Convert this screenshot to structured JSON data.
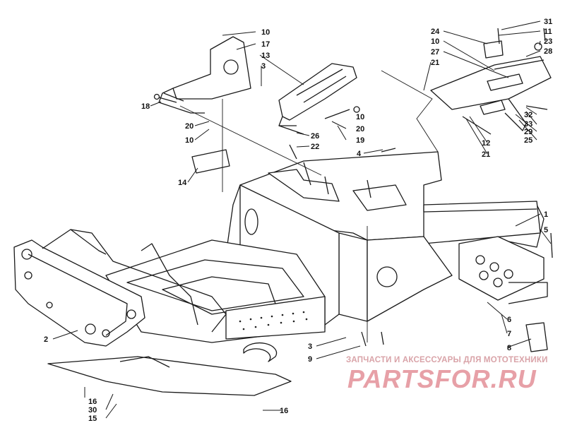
{
  "callouts": {
    "c1": "10",
    "c2": "17",
    "c3": "13",
    "c4": "3",
    "c5": "18",
    "c6": "20",
    "c7": "10",
    "c8": "26",
    "c9": "22",
    "c10": "10",
    "c11": "20",
    "c12": "19",
    "c13": "4",
    "c14": "24",
    "c15": "10",
    "c16": "27",
    "c17": "21",
    "c18": "31",
    "c19": "11",
    "c20": "23",
    "c21": "28",
    "c22": "32",
    "c23": "33",
    "c24": "29",
    "c25": "25",
    "c26": "12",
    "c27": "21",
    "c28": "14",
    "c29": "1",
    "c30": "5",
    "c31": "6",
    "c32": "7",
    "c33": "8",
    "c34": "2",
    "c35": "3",
    "c36": "9",
    "c37": "16",
    "c38": "30",
    "c39": "15",
    "c40": "16"
  },
  "watermark": {
    "caption": "ЗАПЧАСТИ И АКСЕССУАРЫ ДЛЯ МОТОТЕХНИКИ",
    "logo": "PARTSFOR.RU"
  },
  "colors": {
    "line": "#1a1a1a",
    "watermark": "#e7a0a7"
  }
}
